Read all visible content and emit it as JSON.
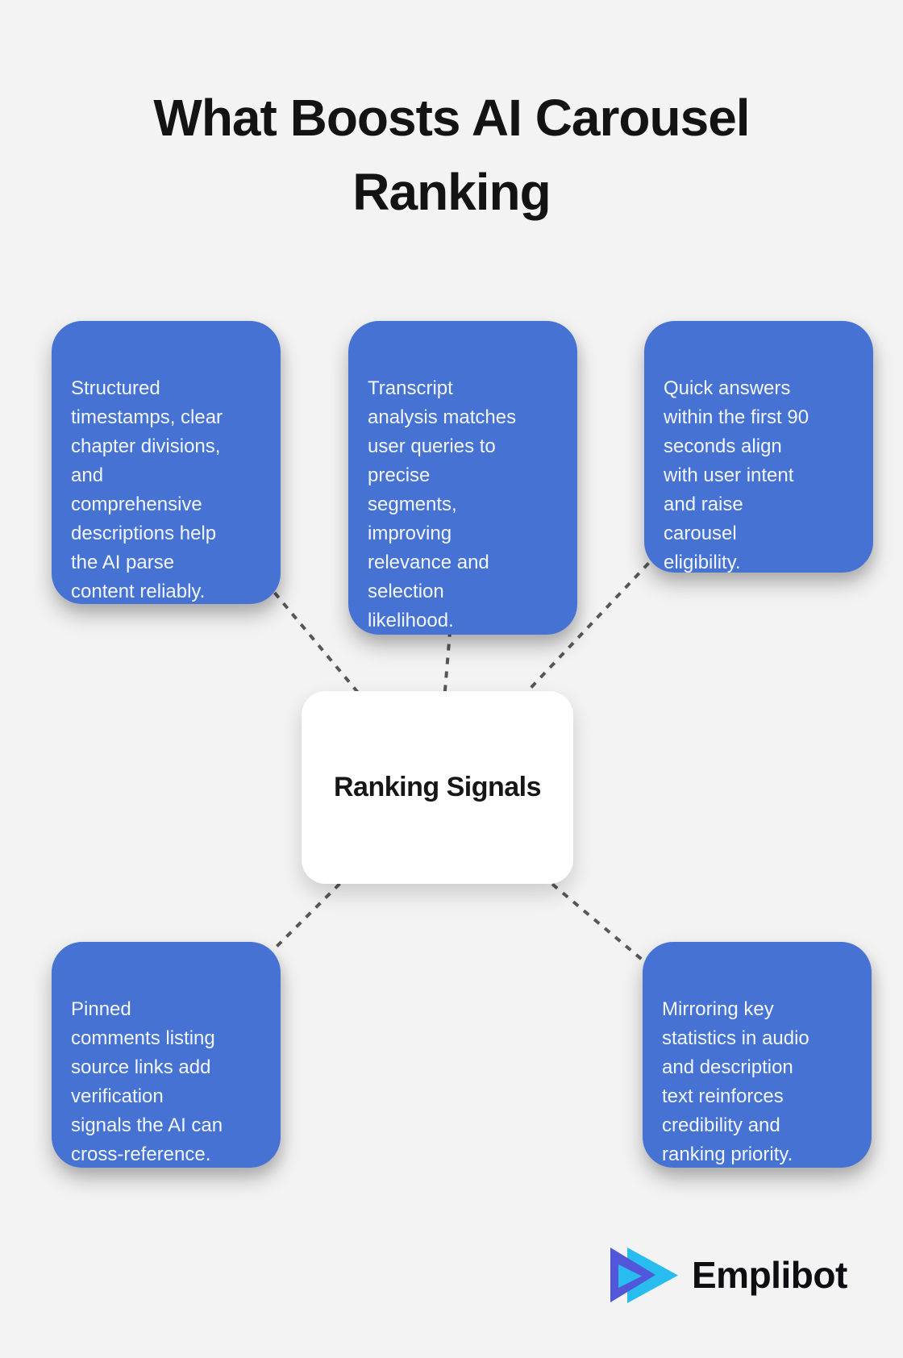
{
  "title": "What Boosts AI Carousel\nRanking",
  "center": {
    "label": "Ranking Signals"
  },
  "nodes": [
    {
      "id": "structured-metadata",
      "text": "Structured\ntimestamps, clear\nchapter divisions,\nand\ncomprehensive\ndescriptions help\nthe AI parse\ncontent reliably."
    },
    {
      "id": "transcript-analysis",
      "text": "Transcript\nanalysis matches\nuser queries to\nprecise\nsegments,\nimproving\nrelevance and\nselection\nlikelihood."
    },
    {
      "id": "quick-answers",
      "text": "Quick answers\nwithin the first 90\nseconds align\nwith user intent\nand raise\ncarousel\neligibility."
    },
    {
      "id": "pinned-comments",
      "text": "Pinned\ncomments listing\nsource links add\nverification\nsignals the AI can\ncross-reference."
    },
    {
      "id": "mirroring-statistics",
      "text": "Mirroring key\nstatistics in audio\nand description\ntext reinforces\ncredibility and\nranking priority."
    }
  ],
  "logo": {
    "brand": "Emplibot"
  },
  "colors": {
    "background": "#F3F3F4",
    "node_blue": "#4673D3",
    "node_text": "#F3F6FB",
    "connector": "#575757",
    "title_text": "#131313",
    "logo_purple": "#5157D8",
    "logo_cyan": "#29BCEE",
    "logo_text": "#0D0D12"
  }
}
